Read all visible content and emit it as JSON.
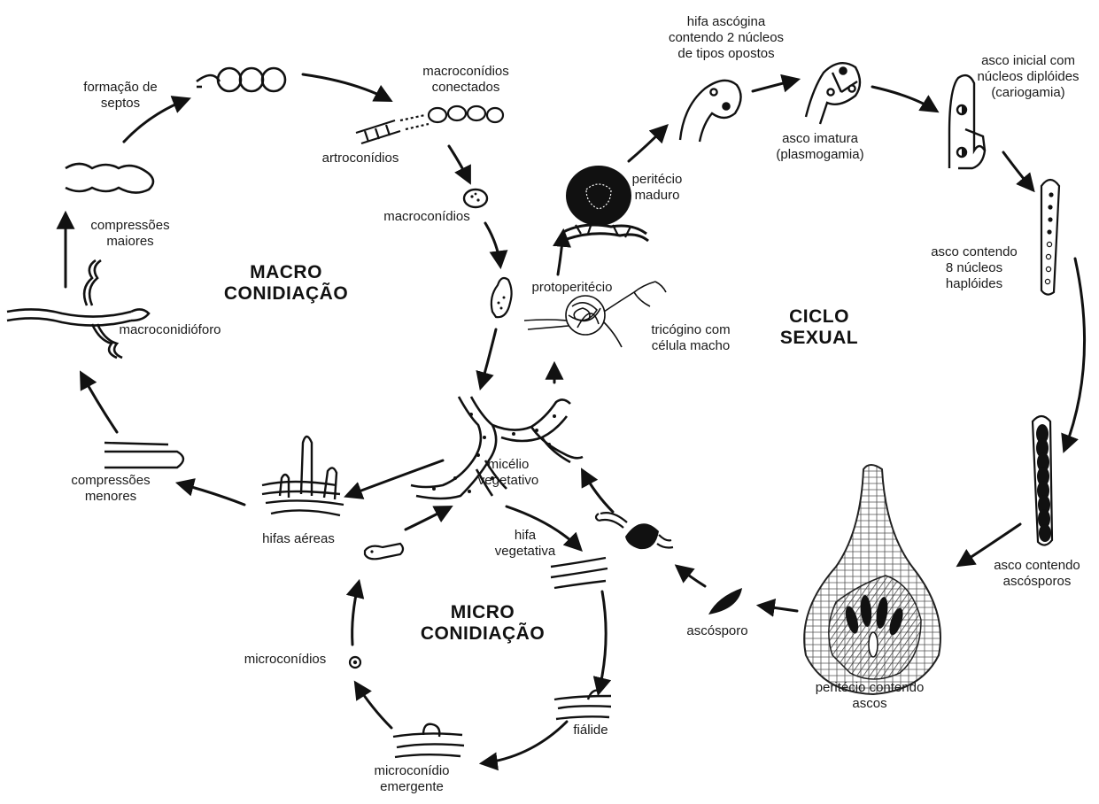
{
  "titles": {
    "macro": "MACRO\nCONIDIAÇÃO",
    "micro": "MICRO\nCONIDIAÇÃO",
    "sexual": "CICLO\nSEXUAL"
  },
  "labels": {
    "formacao_septos": "formação de\nseptos",
    "macroconidios_conectados": "macroconídios\nconectados",
    "artroconidios": "artroconídios",
    "macroconidios": "macroconídios",
    "compressoes_maiores": "compressões\nmaiores",
    "macroconidioforo": "macroconidióforo",
    "compressoes_menores": "compressões\nmenores",
    "hifas_aereas": "hifas aéreas",
    "micelio_vegetativo": "micélio\nvegetativo",
    "hifa_vegetativa": "hifa\nvegetativa",
    "fialide": "fiálide",
    "microconidio_emergente": "microconídio\nemergente",
    "microconidios": "microconídios",
    "protoperitecio": "protoperitécio",
    "tricogino": "tricógino com\ncélula macho",
    "peritecio_maduro": "peritécio\nmaduro",
    "hifa_ascogina": "hifa ascógina\ncontendo 2 núcleos\nde tipos opostos",
    "asco_imatura": "asco imatura\n(plasmogamia)",
    "asco_inicial": "asco  inicial com\nnúcleos diplóides\n(cariogamia)",
    "asco_8_nucleos": "asco contendo\n8 núcleos\nhaplóides",
    "asco_ascosporos": "asco contendo\nascósporos",
    "peritecio_ascos": "peritécio contendo\nascos",
    "ascosporo": "ascósporo"
  }
}
